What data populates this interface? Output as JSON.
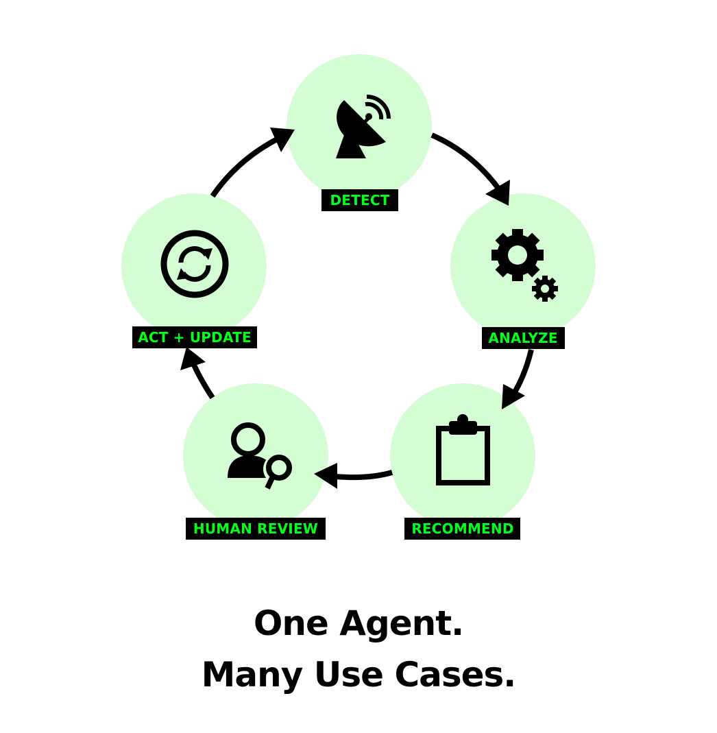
{
  "steps": [
    {
      "label": "DETECT",
      "icon": "satellite-dish-icon"
    },
    {
      "label": "ANALYZE",
      "icon": "gears-icon"
    },
    {
      "label": "RECOMMEND",
      "icon": "clipboard-icon"
    },
    {
      "label": "HUMAN REVIEW",
      "icon": "person-search-icon"
    },
    {
      "label": "ACT + UPDATE",
      "icon": "refresh-icon"
    }
  ],
  "tagline": {
    "line1": "One Agent.",
    "line2": "Many Use Cases."
  },
  "colors": {
    "circle": "#d4fdd4",
    "label_text": "#00ff1a",
    "label_background": "#000000",
    "icon": "#000000"
  }
}
